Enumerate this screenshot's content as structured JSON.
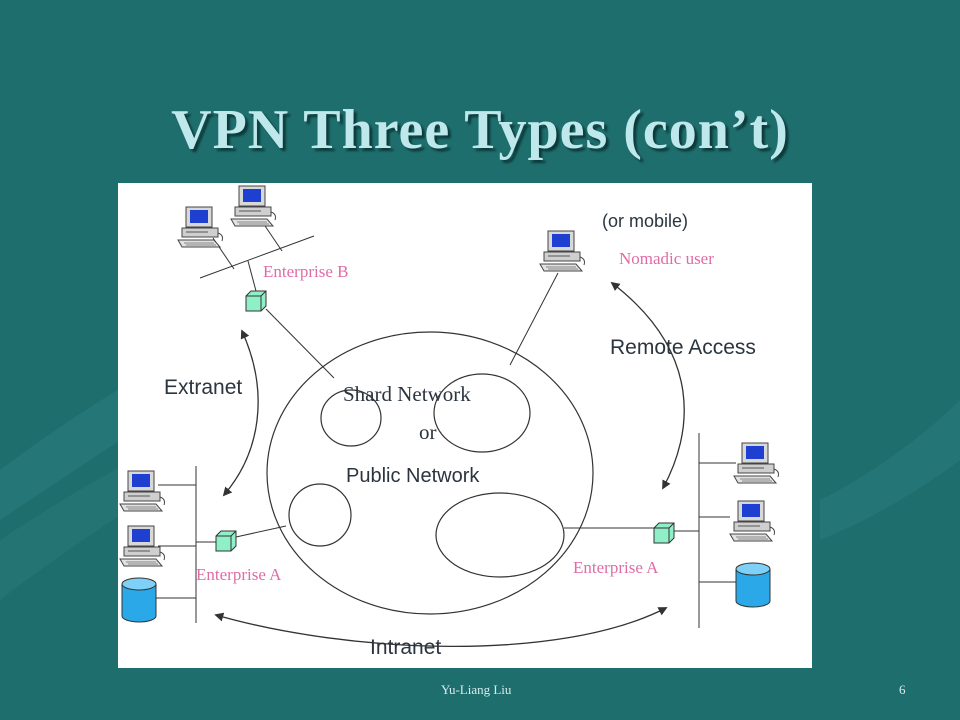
{
  "slide": {
    "title": "VPN Three Types (con’t)",
    "footer_author": "Yu-Liang Liu",
    "page_number": "6"
  },
  "diagram": {
    "center_line1": "Shard Network",
    "center_line2": "or",
    "center_line3": "Public Network",
    "enterprise_b": "Enterprise B",
    "enterprise_a_left": "Enterprise A",
    "enterprise_a_right": "Enterprise A",
    "nomadic_user": "Nomadic user",
    "or_mobile": "(or mobile)",
    "remote_access": "Remote Access",
    "extranet": "Extranet",
    "intranet": "Intranet"
  },
  "colors": {
    "background": "#1f6e6e",
    "title": "#bfe8ec",
    "pink_label": "#e06ca7",
    "router": "#8ff0c8",
    "database": "#2aa8e8"
  }
}
